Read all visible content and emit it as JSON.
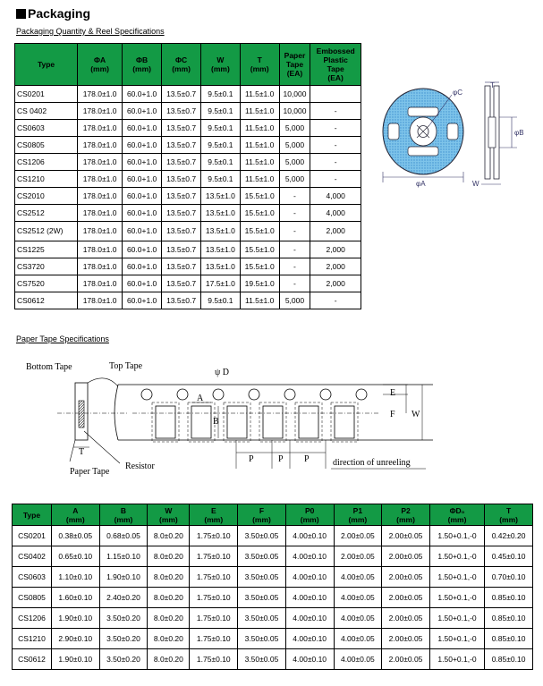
{
  "title": "Packaging",
  "sub1": "Packaging Quantity & Reel Specifications",
  "sub2": "Paper Tape Specifications",
  "t1": {
    "headers": [
      [
        "Type"
      ],
      [
        "ΦA",
        "(mm)"
      ],
      [
        "ΦB",
        "(mm)"
      ],
      [
        "ΦC",
        "(mm)"
      ],
      [
        "W",
        "(mm)"
      ],
      [
        "T",
        "(mm)"
      ],
      [
        "Paper",
        "Tape",
        "(EA)"
      ],
      [
        "Embossed",
        "Plastic",
        "Tape",
        "(EA)"
      ]
    ],
    "rows": [
      [
        "CS0201",
        "178.0±1.0",
        "60.0+1.0",
        "13.5±0.7",
        "9.5±0.1",
        "11.5±1.0",
        "10,000",
        ""
      ],
      [
        "CS 0402",
        "178.0±1.0",
        "60.0+1.0",
        "13.5±0.7",
        "9.5±0.1",
        "11.5±1.0",
        "10,000",
        "-"
      ],
      [
        "CS0603",
        "178.0±1.0",
        "60.0+1.0",
        "13.5±0.7",
        "9.5±0.1",
        "11.5±1.0",
        "5,000",
        "-"
      ],
      [
        "CS0805",
        "178.0±1.0",
        "60.0+1.0",
        "13.5±0.7",
        "9.5±0.1",
        "11.5±1.0",
        "5,000",
        "-"
      ],
      [
        "CS1206",
        "178.0±1.0",
        "60.0+1.0",
        "13.5±0.7",
        "9.5±0.1",
        "11.5±1.0",
        "5,000",
        "-"
      ],
      [
        "CS1210",
        "178.0±1.0",
        "60.0+1.0",
        "13.5±0.7",
        "9.5±0.1",
        "11.5±1.0",
        "5,000",
        "-"
      ],
      [
        "CS2010",
        "178.0±1.0",
        "60.0+1.0",
        "13.5±0.7",
        "13.5±1.0",
        "15.5±1.0",
        "-",
        "4,000"
      ],
      [
        "CS2512",
        "178.0±1.0",
        "60.0+1.0",
        "13.5±0.7",
        "13.5±1.0",
        "15.5±1.0",
        "-",
        "4,000"
      ],
      [
        "CS2512 (2W)",
        "178.0±1.0",
        "60.0+1.0",
        "13.5±0.7",
        "13.5±1.0",
        "15.5±1.0",
        "-",
        "2,000"
      ],
      [
        "CS1225",
        "178.0±1.0",
        "60.0+1.0",
        "13.5±0.7",
        "13.5±1.0",
        "15.5±1.0",
        "-",
        "2,000"
      ],
      [
        "CS3720",
        "178.0±1.0",
        "60.0+1.0",
        "13.5±0.7",
        "13.5±1.0",
        "15.5±1.0",
        "-",
        "2,000"
      ],
      [
        "CS7520",
        "178.0±1.0",
        "60.0+1.0",
        "13.5±0.7",
        "17.5±1.0",
        "19.5±1.0",
        "-",
        "2,000"
      ],
      [
        "CS0612",
        "178.0±1.0",
        "60.0+1.0",
        "13.5±0.7",
        "9.5±0.1",
        "11.5±1.0",
        "5,000",
        "-"
      ]
    ]
  },
  "reel": {
    "a": "φA",
    "b": "φB",
    "c": "φC",
    "t": "T",
    "w": "W"
  },
  "tape": {
    "bottom_tape": "Bottom Tape",
    "top_tape": "Top Tape",
    "d0": "ψ D",
    "a": "A",
    "b": "B",
    "e": "E",
    "f": "F",
    "w": "W",
    "t": "T",
    "p1": "P",
    "p2": "P",
    "p0": "P",
    "paper_tape": "Paper Tape",
    "resistor": "Resistor",
    "direction": "direction of unreeling"
  },
  "t2": {
    "headers": [
      [
        "Type"
      ],
      [
        "A",
        "(mm)"
      ],
      [
        "B",
        "(mm)"
      ],
      [
        "W",
        "(mm)"
      ],
      [
        "E",
        "(mm)"
      ],
      [
        "F",
        "(mm)"
      ],
      [
        "P0",
        "(mm)"
      ],
      [
        "P1",
        "(mm)"
      ],
      [
        "P2",
        "(mm)"
      ],
      [
        "ΦD₀",
        "(mm)"
      ],
      [
        "T",
        "(mm)"
      ]
    ],
    "rows": [
      [
        "CS0201",
        "0.38±0.05",
        "0.68±0.05",
        "8.0±0.20",
        "1.75±0.10",
        "3.50±0.05",
        "4.00±0.10",
        "2.00±0.05",
        "2.00±0.05",
        "1.50+0.1,-0",
        "0.42±0.20"
      ],
      [
        "CS0402",
        "0.65±0.10",
        "1.15±0.10",
        "8.0±0.20",
        "1.75±0.10",
        "3.50±0.05",
        "4.00±0.10",
        "2.00±0.05",
        "2.00±0.05",
        "1.50+0.1,-0",
        "0.45±0.10"
      ],
      [
        "CS0603",
        "1.10±0.10",
        "1.90±0.10",
        "8.0±0.20",
        "1.75±0.10",
        "3.50±0.05",
        "4.00±0.10",
        "4.00±0.05",
        "2.00±0.05",
        "1.50+0.1,-0",
        "0.70±0.10"
      ],
      [
        "CS0805",
        "1.60±0.10",
        "2.40±0.20",
        "8.0±0.20",
        "1.75±0.10",
        "3.50±0.05",
        "4.00±0.10",
        "4.00±0.05",
        "2.00±0.05",
        "1.50+0.1,-0",
        "0.85±0.10"
      ],
      [
        "CS1206",
        "1.90±0.10",
        "3.50±0.20",
        "8.0±0.20",
        "1.75±0.10",
        "3.50±0.05",
        "4.00±0.10",
        "4.00±0.05",
        "2.00±0.05",
        "1.50+0.1,-0",
        "0.85±0.10"
      ],
      [
        "CS1210",
        "2.90±0.10",
        "3.50±0.20",
        "8.0±0.20",
        "1.75±0.10",
        "3.50±0.05",
        "4.00±0.10",
        "4.00±0.05",
        "2.00±0.05",
        "1.50+0.1,-0",
        "0.85±0.10"
      ],
      [
        "CS0612",
        "1.90±0.10",
        "3.50±0.20",
        "8.0±0.20",
        "1.75±0.10",
        "3.50±0.05",
        "4.00±0.10",
        "4.00±0.05",
        "2.00±0.05",
        "1.50+0.1,-0",
        "0.85±0.10"
      ]
    ]
  }
}
